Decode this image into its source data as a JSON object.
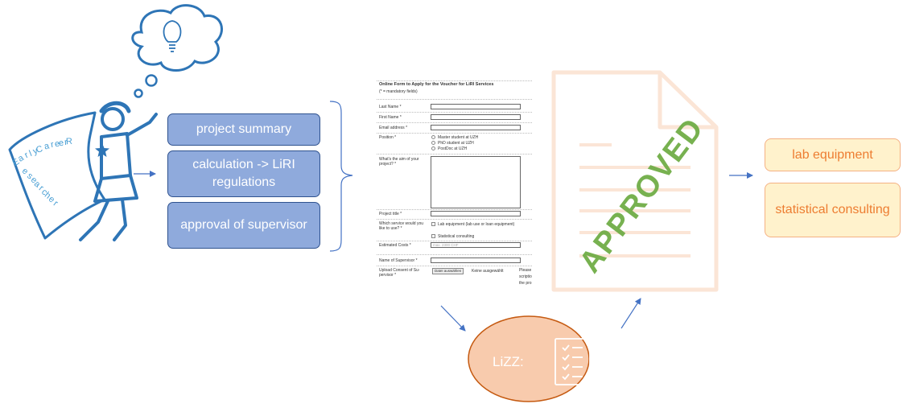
{
  "steps": [
    {
      "label": "project summary"
    },
    {
      "label": "calculation -> LiRI regulations"
    },
    {
      "label": "approval of supervisor"
    }
  ],
  "researcher": {
    "text": "Early Career Researcher"
  },
  "form": {
    "title": "Online Form to Apply for the Voucher for LiRI Services",
    "subtitle": "(* = mandatory fields)",
    "fields": {
      "last_name": "Last Name *",
      "first_name": "First Name *",
      "email": "Email address *",
      "position": "Position *",
      "aim": "What's the aim of your project? *",
      "project_title": "Project title *",
      "service": "Which service would you like to use? *",
      "costs": "Estimated Costs *",
      "supervisor": "Name of Supervisor *",
      "upload": "Upload Consent of Su-pervisor *"
    },
    "position_options": [
      "Master student at UZH",
      "PhD student at UZH",
      "PostDoc at UZH"
    ],
    "service_options": [
      "Lab equipment (lab use or loan equipment)",
      "Statistical consulting"
    ],
    "costs_placeholder": "max. 2300 CHF",
    "file_button": "Datei auswählen",
    "file_status": "Keine ausgewählt",
    "cut_text": [
      "Please",
      "scriptio",
      "the pro"
    ]
  },
  "stamp": {
    "text": "APPROVED"
  },
  "lizz": {
    "label": "LiZZ:"
  },
  "results": [
    {
      "label": "lab equipment"
    },
    {
      "label": "statistical consulting"
    }
  ],
  "colors": {
    "arrow": "#4472c4",
    "step_fill": "#8faadc",
    "researcher": "#2e75b6",
    "document_outline": "#fbe5d6",
    "stamp": "#70ad47",
    "lizz_fill": "#f4b183",
    "result_fill": "#fff2cc",
    "result_text": "#ed7d31"
  }
}
